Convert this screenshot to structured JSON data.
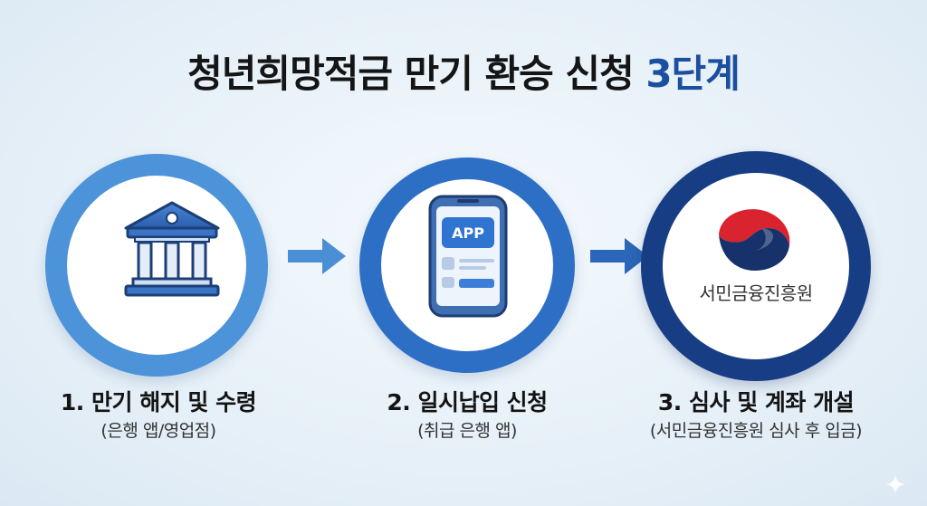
{
  "title": {
    "main": "청년희망적금 만기 환승 신청",
    "highlight": "3단계",
    "highlight_color": "#1b4fa0"
  },
  "steps": [
    {
      "title": "1. 만기 해지 및 수령",
      "subtitle": "(은행 앱/영업점)",
      "icon": "bank-building-icon",
      "ring_color": "#4c93d9"
    },
    {
      "title": "2. 일시납입 신청",
      "subtitle": "(취급 은행 앱)",
      "icon": "smartphone-app-icon",
      "app_label": "APP",
      "ring_color": "#2e6fc6"
    },
    {
      "title": "3. 심사 및 계좌 개설",
      "subtitle": "(서민금융진흥원 심사 후 입금)",
      "icon": "korea-government-emblem-icon",
      "org_name": "서민금융진흥원",
      "ring_color": "#173d84"
    }
  ],
  "arrows": [
    "arrow-right-icon",
    "arrow-right-icon"
  ]
}
